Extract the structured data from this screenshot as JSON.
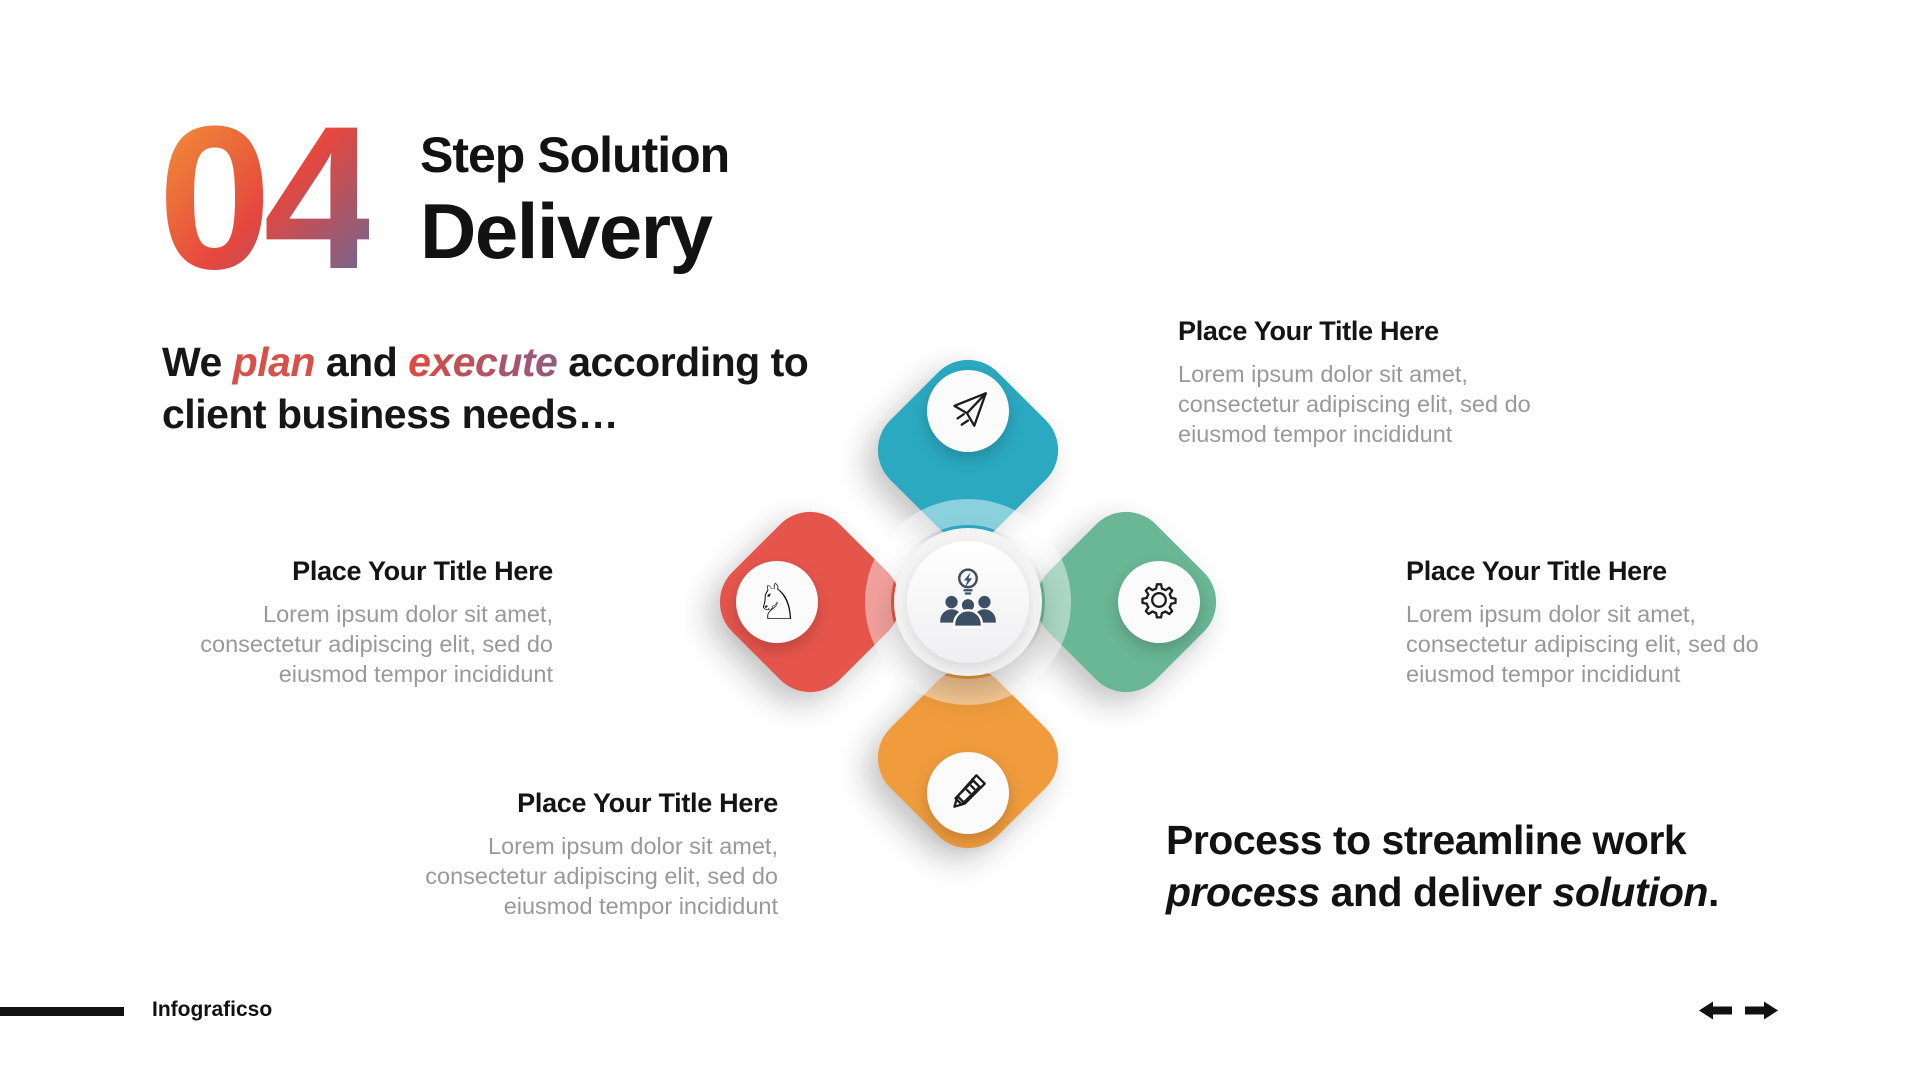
{
  "header": {
    "step_number": "04",
    "title_line1": "Step Solution",
    "title_line2": "Delivery",
    "subtitle": {
      "pre": "We ",
      "em1": "plan",
      "mid": " and ",
      "em2": "execute",
      "post": " according to client business needs…"
    }
  },
  "diagram": {
    "center": {
      "icon": "team-idea-icon",
      "icon_color": "#3d5063"
    },
    "petals": [
      {
        "position": "top",
        "color": "#2ba9c1",
        "icon": "paper-plane-icon"
      },
      {
        "position": "left",
        "color": "#e6554c",
        "icon": "chess-knight-icon",
        "glyph": "♘"
      },
      {
        "position": "right",
        "color": "#69b795",
        "icon": "gear-icon"
      },
      {
        "position": "bottom",
        "color": "#f09c3d",
        "icon": "pencil-ruler-icon"
      }
    ]
  },
  "callouts": [
    {
      "title": "Place Your Title Here",
      "body": "Lorem ipsum dolor sit amet, consectetur adipiscing elit, sed do eiusmod tempor incididunt",
      "align": "left"
    },
    {
      "title": "Place Your Title Here",
      "body": "Lorem ipsum dolor sit amet, consectetur adipiscing elit, sed do eiusmod tempor incididunt",
      "align": "right"
    },
    {
      "title": "Place Your Title Here",
      "body": "Lorem ipsum dolor sit amet, consectetur adipiscing elit, sed do eiusmod tempor incididunt",
      "align": "right"
    },
    {
      "title": "Place Your Title Here",
      "body": "Lorem ipsum dolor sit amet, consectetur adipiscing elit, sed do eiusmod tempor incididunt",
      "align": "left"
    }
  ],
  "statement": {
    "pre": "Process to streamline work ",
    "em1": "process",
    "mid": " and deliver ",
    "em2": "solution",
    "post": "."
  },
  "footer": {
    "brand": "Infograficso",
    "prev_icon": "prev-arrow-icon",
    "next_icon": "next-arrow-icon"
  },
  "colors": {
    "number_gradient": [
      "#f29537",
      "#e6463e",
      "#5e6b9d"
    ],
    "accent_red": "#d8504a",
    "accent_gradient": [
      "#dc4b41",
      "#8e5b82"
    ],
    "teal": "#2ba9c1",
    "red": "#e6554c",
    "green": "#69b795",
    "orange": "#f09c3d",
    "body_gray": "#999999",
    "icon_slate": "#3d5063",
    "ink": "#121212"
  }
}
